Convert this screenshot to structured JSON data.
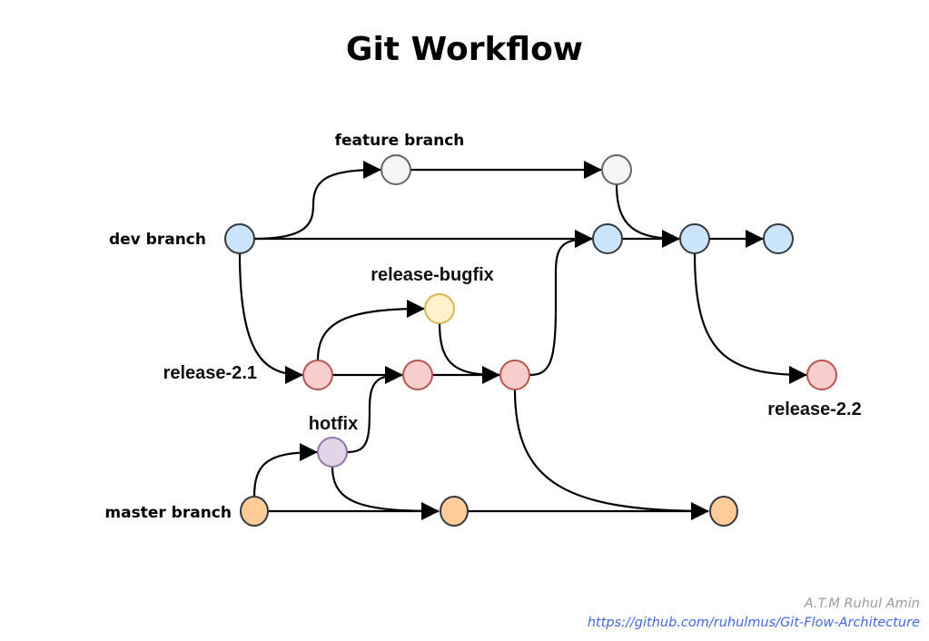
{
  "title": "Git Workflow",
  "labels": {
    "dev": "dev branch",
    "feature": "feature branch",
    "release_bugfix": "release-bugfix",
    "release_21": "release-2.1",
    "release_22": "release-2.2",
    "hotfix": "hotfix",
    "master": "master branch"
  },
  "colors": {
    "dev": {
      "fill": "#cce5ff",
      "stroke": "#36393d"
    },
    "feature": {
      "fill": "#f5f5f5",
      "stroke": "#666666"
    },
    "release_bugfix": {
      "fill": "#fff2cc",
      "stroke": "#d6b656"
    },
    "release": {
      "fill": "#f8cecc",
      "stroke": "#b85450"
    },
    "hotfix": {
      "fill": "#e1d5e7",
      "stroke": "#9673a6"
    },
    "master": {
      "fill": "#ffcc99",
      "stroke": "#36393d"
    }
  },
  "branches": [
    {
      "id": "dev",
      "commits": 4
    },
    {
      "id": "feature",
      "commits": 2
    },
    {
      "id": "release_bugfix",
      "commits": 1
    },
    {
      "id": "release_21",
      "commits": 3
    },
    {
      "id": "release_22",
      "commits": 1
    },
    {
      "id": "hotfix",
      "commits": 1
    },
    {
      "id": "master",
      "commits": 3
    }
  ],
  "footer": {
    "author": "A.T.M Ruhul Amin",
    "link": "https://github.com/ruhulmus/Git-Flow-Architecture"
  }
}
